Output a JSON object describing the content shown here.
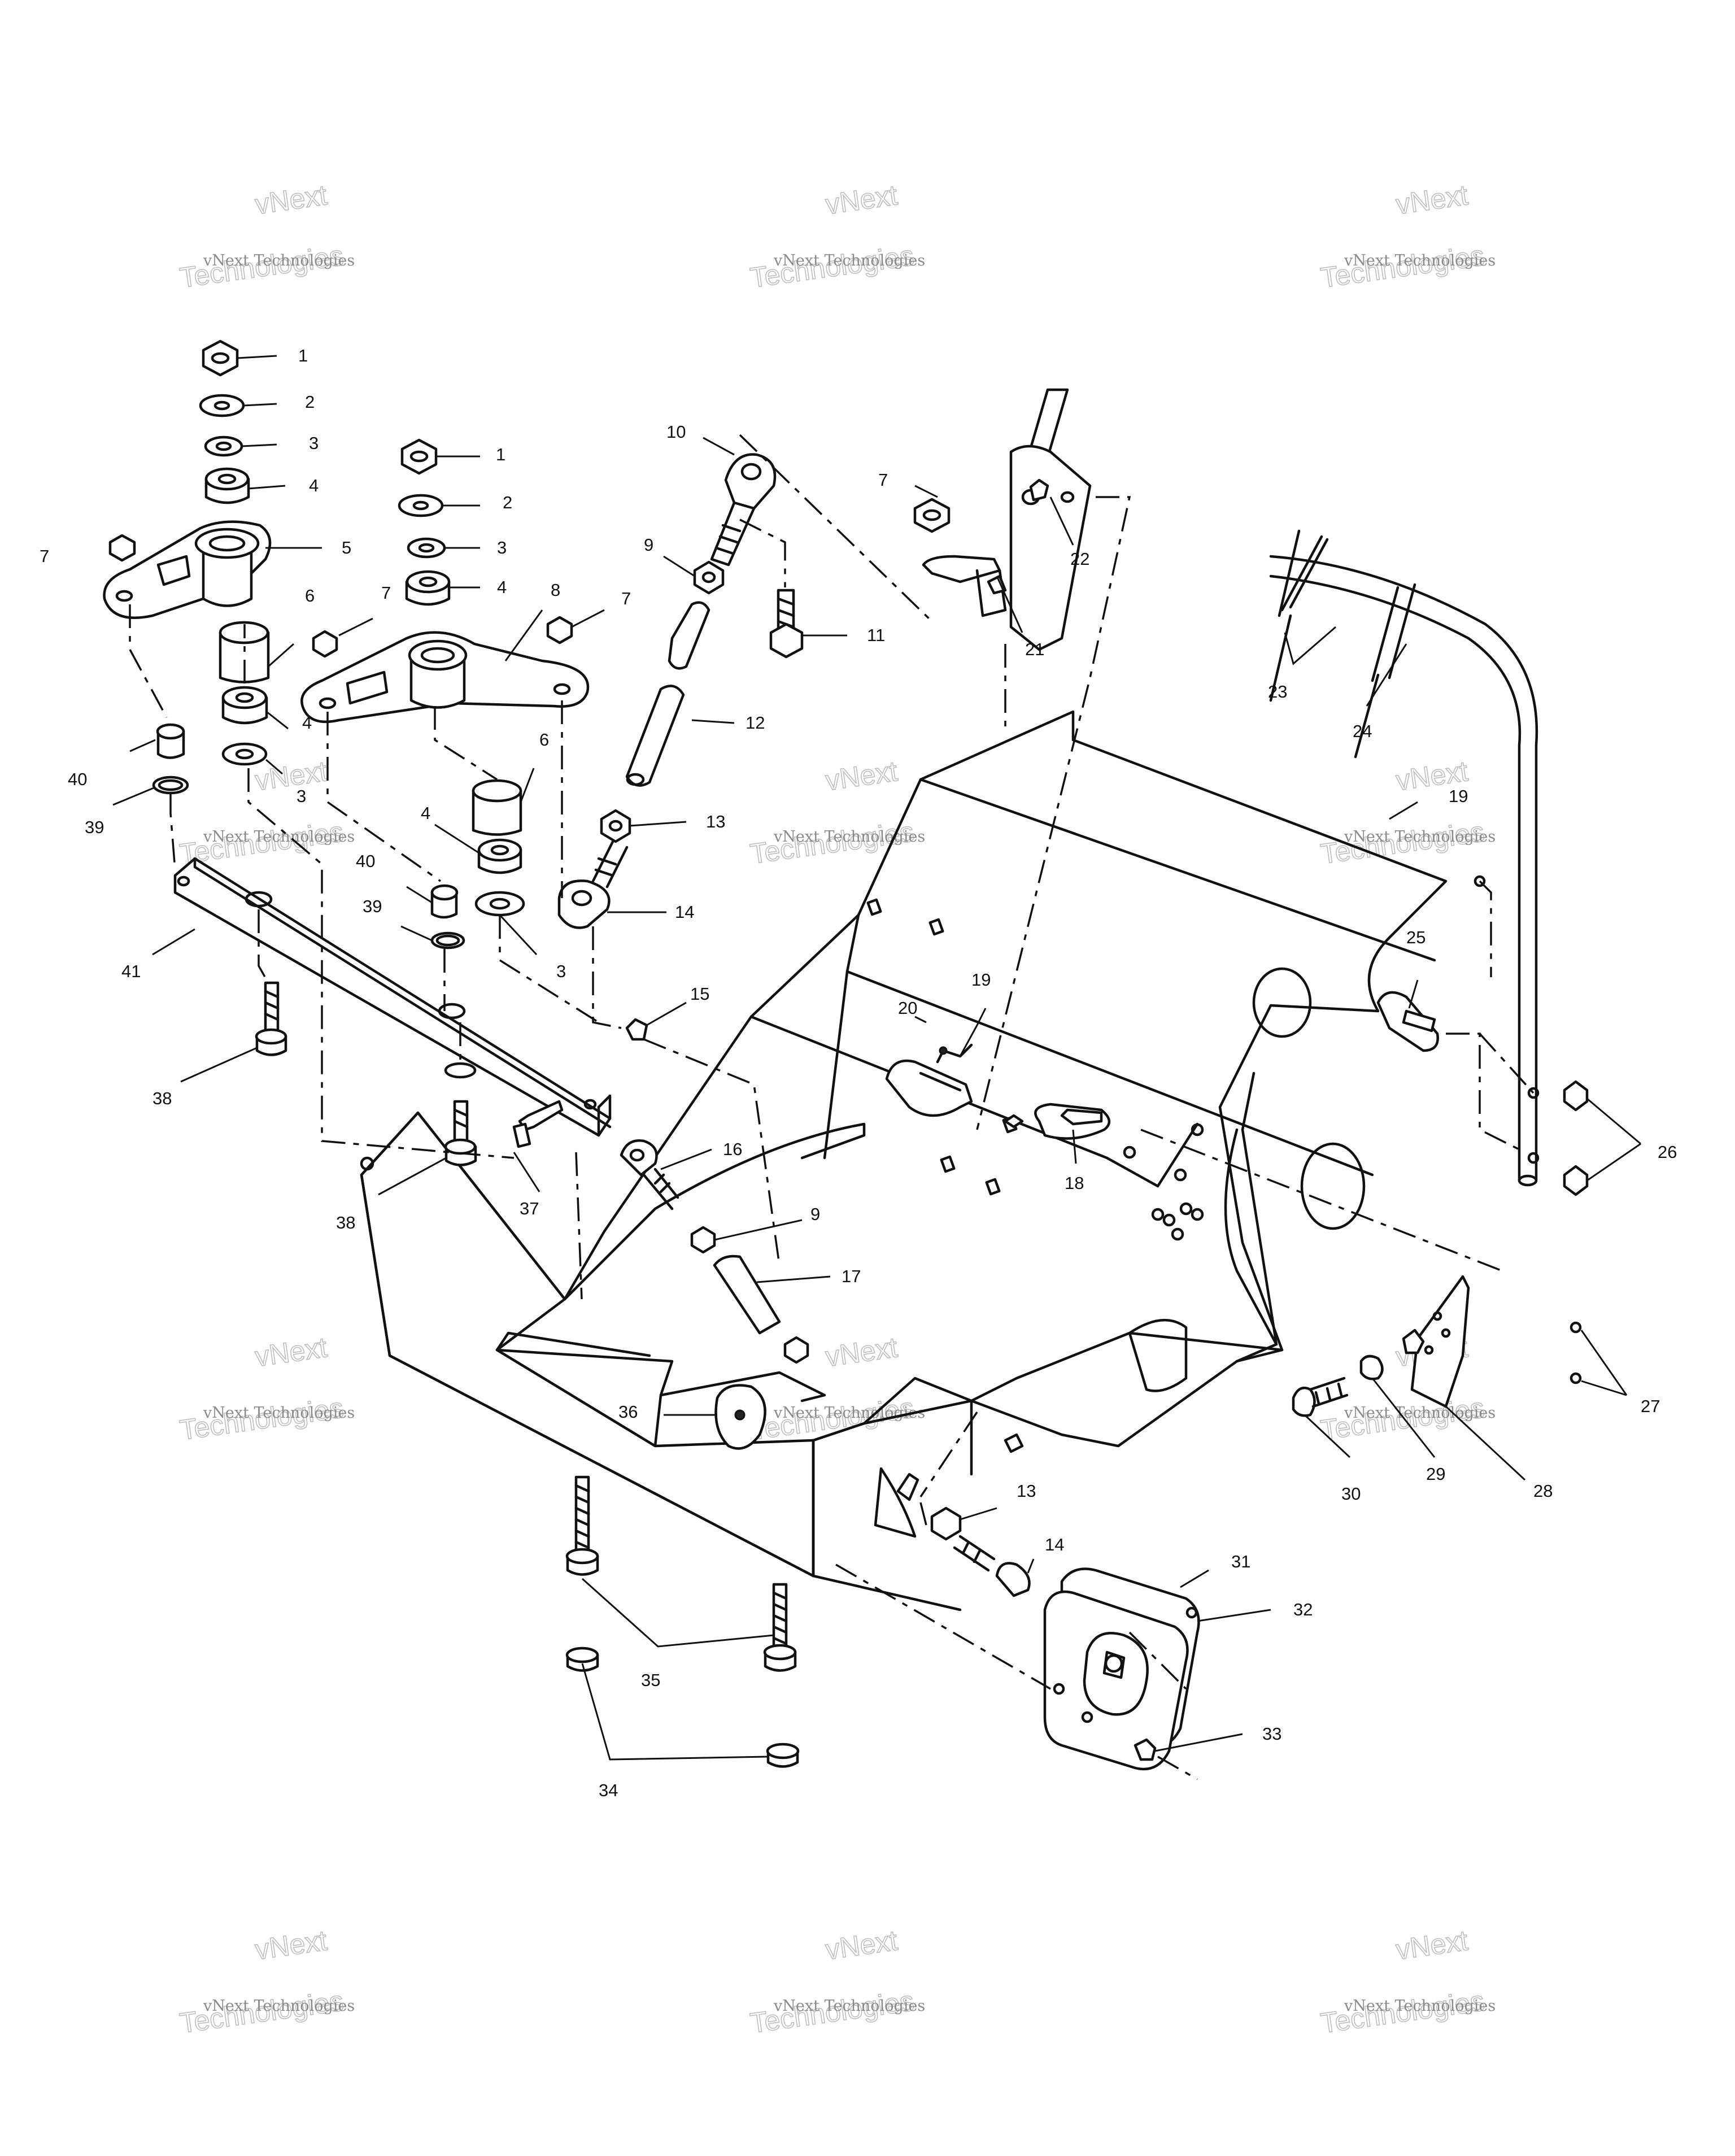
{
  "callouts": [
    {
      "id": "c1a",
      "text": "1"
    },
    {
      "id": "c2a",
      "text": "2"
    },
    {
      "id": "c3a",
      "text": "3"
    },
    {
      "id": "c4a",
      "text": "4"
    },
    {
      "id": "c5",
      "text": "5"
    },
    {
      "id": "c7a",
      "text": "7"
    },
    {
      "id": "c6a",
      "text": "6"
    },
    {
      "id": "c4b",
      "text": "4"
    },
    {
      "id": "c3b",
      "text": "3"
    },
    {
      "id": "c40a",
      "text": "40"
    },
    {
      "id": "c39a",
      "text": "39"
    },
    {
      "id": "c1b",
      "text": "1"
    },
    {
      "id": "c2b",
      "text": "2"
    },
    {
      "id": "c3c",
      "text": "3"
    },
    {
      "id": "c4c",
      "text": "4"
    },
    {
      "id": "c7b",
      "text": "7"
    },
    {
      "id": "c8",
      "text": "8"
    },
    {
      "id": "c7c",
      "text": "7"
    },
    {
      "id": "c6b",
      "text": "6"
    },
    {
      "id": "c4d",
      "text": "4"
    },
    {
      "id": "c40b",
      "text": "40"
    },
    {
      "id": "c39b",
      "text": "39"
    },
    {
      "id": "c3d",
      "text": "3"
    },
    {
      "id": "c41",
      "text": "41"
    },
    {
      "id": "c38a",
      "text": "38"
    },
    {
      "id": "c38b",
      "text": "38"
    },
    {
      "id": "c37",
      "text": "37"
    },
    {
      "id": "c10",
      "text": "10"
    },
    {
      "id": "c9a",
      "text": "9"
    },
    {
      "id": "c11",
      "text": "11"
    },
    {
      "id": "c12",
      "text": "12"
    },
    {
      "id": "c13a",
      "text": "13"
    },
    {
      "id": "c14a",
      "text": "14"
    },
    {
      "id": "c15",
      "text": "15"
    },
    {
      "id": "c16",
      "text": "16"
    },
    {
      "id": "c9b",
      "text": "9"
    },
    {
      "id": "c17",
      "text": "17"
    },
    {
      "id": "c7d",
      "text": "7"
    },
    {
      "id": "c22",
      "text": "22"
    },
    {
      "id": "c21",
      "text": "21"
    },
    {
      "id": "c23",
      "text": "23"
    },
    {
      "id": "c24",
      "text": "24"
    },
    {
      "id": "c19a",
      "text": "19"
    },
    {
      "id": "c25",
      "text": "25"
    },
    {
      "id": "c26",
      "text": "26"
    },
    {
      "id": "c19b",
      "text": "19"
    },
    {
      "id": "c20",
      "text": "20"
    },
    {
      "id": "c18",
      "text": "18"
    },
    {
      "id": "c27",
      "text": "27"
    },
    {
      "id": "c28",
      "text": "28"
    },
    {
      "id": "c29",
      "text": "29"
    },
    {
      "id": "c30",
      "text": "30"
    },
    {
      "id": "c36",
      "text": "36"
    },
    {
      "id": "c13b",
      "text": "13"
    },
    {
      "id": "c14b",
      "text": "14"
    },
    {
      "id": "c31",
      "text": "31"
    },
    {
      "id": "c32",
      "text": "32"
    },
    {
      "id": "c33",
      "text": "33"
    },
    {
      "id": "c35",
      "text": "35"
    },
    {
      "id": "c34",
      "text": "34"
    }
  ],
  "watermark": {
    "line1": "vNext Technologies",
    "line2": "vNext",
    "line3": "Technologies"
  }
}
